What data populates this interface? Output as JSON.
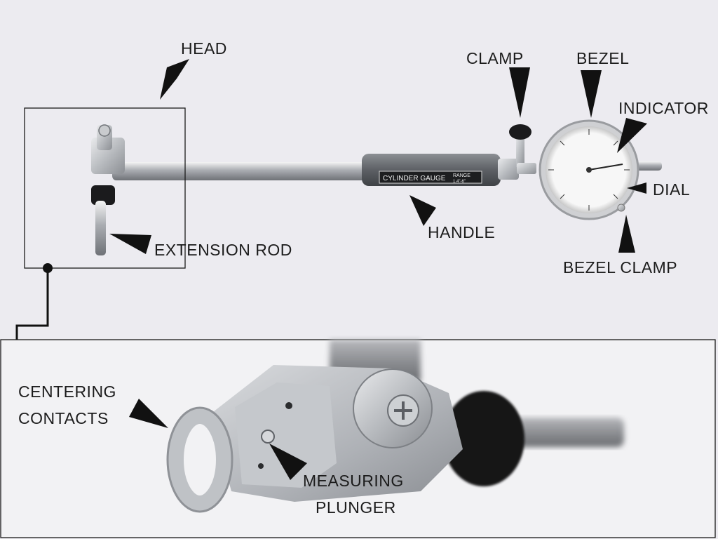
{
  "labels": {
    "head": "HEAD",
    "clamp": "CLAMP",
    "bezel": "BEZEL",
    "indicator": "INDICATOR",
    "dial": "DIAL",
    "handle": "HANDLE",
    "extension_rod": "EXTENSION ROD",
    "bezel_clamp": "BEZEL CLAMP",
    "centering_contacts_line1": "CENTERING",
    "centering_contacts_line2": "CONTACTS",
    "measuring_plunger_line1": "MEASURING",
    "measuring_plunger_line2": "PLUNGER"
  },
  "handle_markings": {
    "brand": "CYLINDER GAUGE",
    "range_title": "RANGE",
    "range_value": "1.4\"-6\""
  },
  "colors": {
    "background": "#ecebf0",
    "label_text": "#1c1c1c",
    "arrow": "#111111",
    "box_stroke": "#1a1a1a"
  }
}
